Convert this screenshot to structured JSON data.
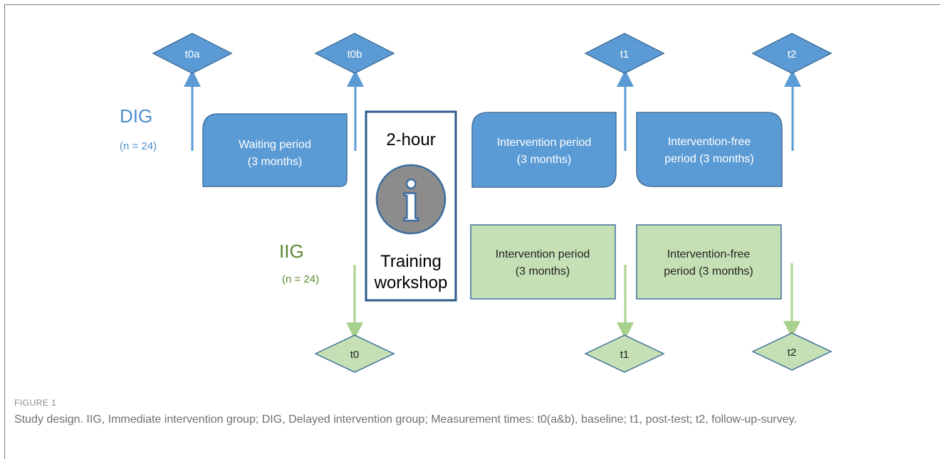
{
  "diagram": {
    "dig": {
      "label": "DIG",
      "n": "(n = 24)",
      "color": "#4f8ecb"
    },
    "iig": {
      "label": "IIG",
      "n": "(n = 24)",
      "color": "#5c8a32"
    },
    "workshop": {
      "top": "2-hour",
      "bottom_line1": "Training",
      "bottom_line2": "workshop",
      "icon_letter": "i"
    },
    "dig_boxes": [
      {
        "line1": "Waiting period",
        "line2": "(3 months)"
      },
      {
        "line1": "Intervention period",
        "line2": "(3 months)"
      },
      {
        "line1": "Intervention-free",
        "line2": "period (3 months)"
      }
    ],
    "iig_boxes": [
      {
        "line1": "Intervention period",
        "line2": "(3 months)"
      },
      {
        "line1": "Intervention-free",
        "line2": "period (3 months)"
      }
    ],
    "dig_markers": [
      "t0a",
      "t0b",
      "t1",
      "t2"
    ],
    "iig_markers": [
      "t0",
      "t1",
      "t2"
    ],
    "colors": {
      "blue_fill": "#5b9bd5",
      "blue_stroke": "#41719c",
      "green_fill": "#c5e0b4",
      "green_arrow": "#a9d18e",
      "workshop_border": "#2e5d8c",
      "icon_fill": "#8c8c8c"
    }
  },
  "caption": {
    "label": "FIGURE 1",
    "text": "Study design. IIG, Immediate intervention group; DIG, Delayed intervention group; Measurement times: t0(a&b), baseline; t1, post-test; t2, follow-up-survey."
  }
}
